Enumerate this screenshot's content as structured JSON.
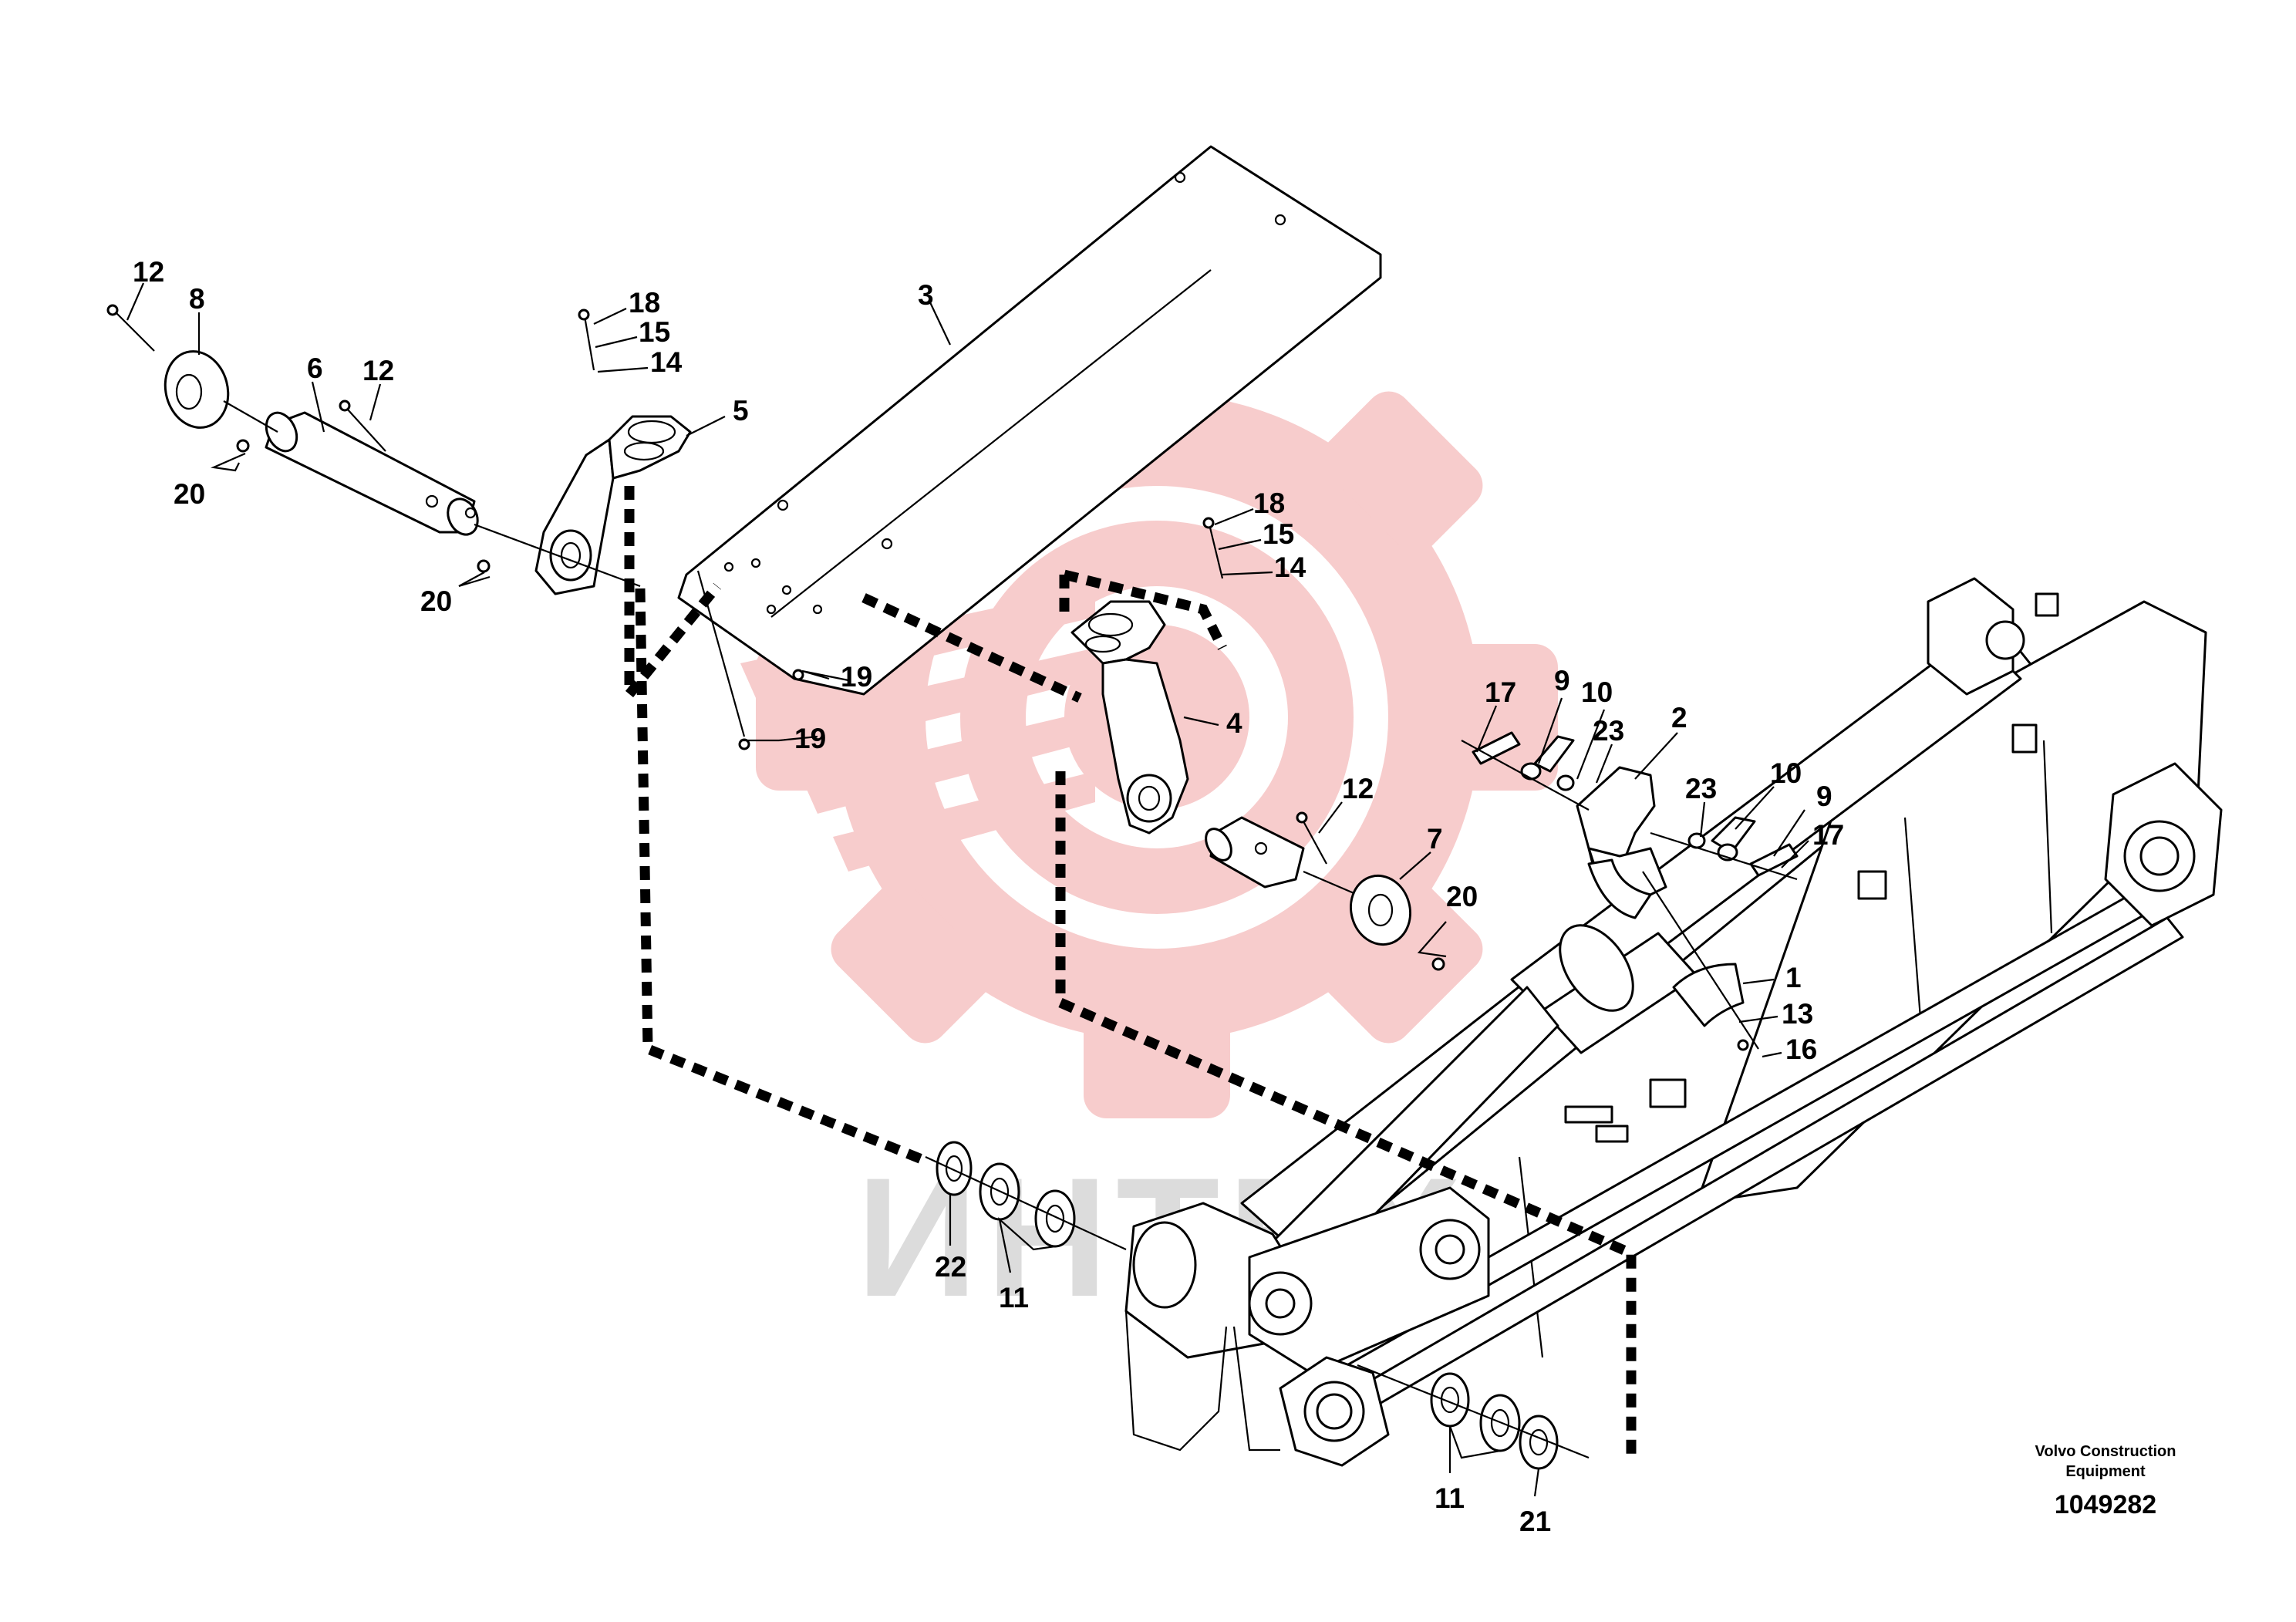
{
  "watermark": {
    "text": "ИНТЕХ",
    "color": "#f5b8b8",
    "text_color": "#d7d7d7",
    "icon": "gear-logo-icon"
  },
  "footer": {
    "maker_line1": "Volvo Construction",
    "maker_line2": "Equipment",
    "drawing_number": "1049282"
  },
  "callouts": [
    {
      "id": "c12a",
      "label": "12"
    },
    {
      "id": "c8",
      "label": "8"
    },
    {
      "id": "c6",
      "label": "6"
    },
    {
      "id": "c12b",
      "label": "12"
    },
    {
      "id": "c20a",
      "label": "20"
    },
    {
      "id": "c20b",
      "label": "20"
    },
    {
      "id": "c18a",
      "label": "18"
    },
    {
      "id": "c15a",
      "label": "15"
    },
    {
      "id": "c14a",
      "label": "14"
    },
    {
      "id": "c5",
      "label": "5"
    },
    {
      "id": "c3",
      "label": "3"
    },
    {
      "id": "c19a",
      "label": "19"
    },
    {
      "id": "c19b",
      "label": "19"
    },
    {
      "id": "c18b",
      "label": "18"
    },
    {
      "id": "c15b",
      "label": "15"
    },
    {
      "id": "c14b",
      "label": "14"
    },
    {
      "id": "c4",
      "label": "4"
    },
    {
      "id": "c12c",
      "label": "12"
    },
    {
      "id": "c7",
      "label": "7"
    },
    {
      "id": "c20c",
      "label": "20"
    },
    {
      "id": "c17a",
      "label": "17"
    },
    {
      "id": "c9a",
      "label": "9"
    },
    {
      "id": "c10a",
      "label": "10"
    },
    {
      "id": "c23a",
      "label": "23"
    },
    {
      "id": "c2",
      "label": "2"
    },
    {
      "id": "c23b",
      "label": "23"
    },
    {
      "id": "c10b",
      "label": "10"
    },
    {
      "id": "c9b",
      "label": "9"
    },
    {
      "id": "c17b",
      "label": "17"
    },
    {
      "id": "c1",
      "label": "1"
    },
    {
      "id": "c13",
      "label": "13"
    },
    {
      "id": "c16",
      "label": "16"
    },
    {
      "id": "c22",
      "label": "22"
    },
    {
      "id": "c11a",
      "label": "11"
    },
    {
      "id": "c11b",
      "label": "11"
    },
    {
      "id": "c21",
      "label": "21"
    }
  ]
}
